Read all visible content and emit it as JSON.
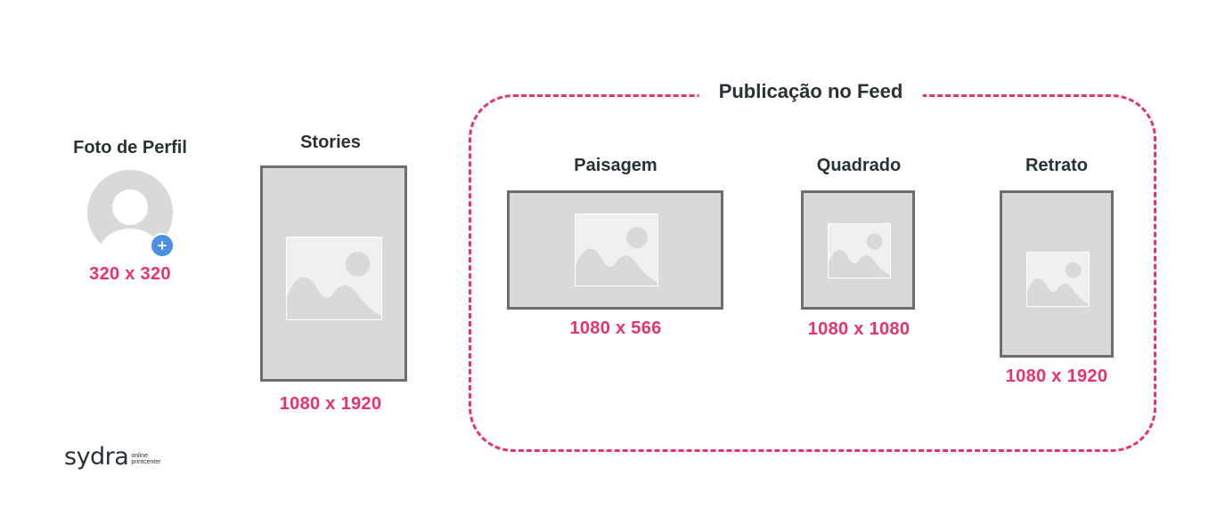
{
  "profile": {
    "title": "Foto de Perfil",
    "size": "320 x 320",
    "plus_icon": "+"
  },
  "stories": {
    "title": "Stories",
    "size": "1080 x 1920"
  },
  "feed": {
    "title": "Publicação no Feed",
    "items": [
      {
        "title": "Paisagem",
        "size": "1080 x 566"
      },
      {
        "title": "Quadrado",
        "size": "1080 x 1080"
      },
      {
        "title": "Retrato",
        "size": "1080 x 1920"
      }
    ]
  },
  "logo": {
    "main": "sydra",
    "line1": "online",
    "line2": "printcenter"
  },
  "colors": {
    "accent": "#e8336a",
    "text": "#263238",
    "frame": "#6e6e6e",
    "fill": "#d9d9d9",
    "badge": "#4a90e2"
  }
}
